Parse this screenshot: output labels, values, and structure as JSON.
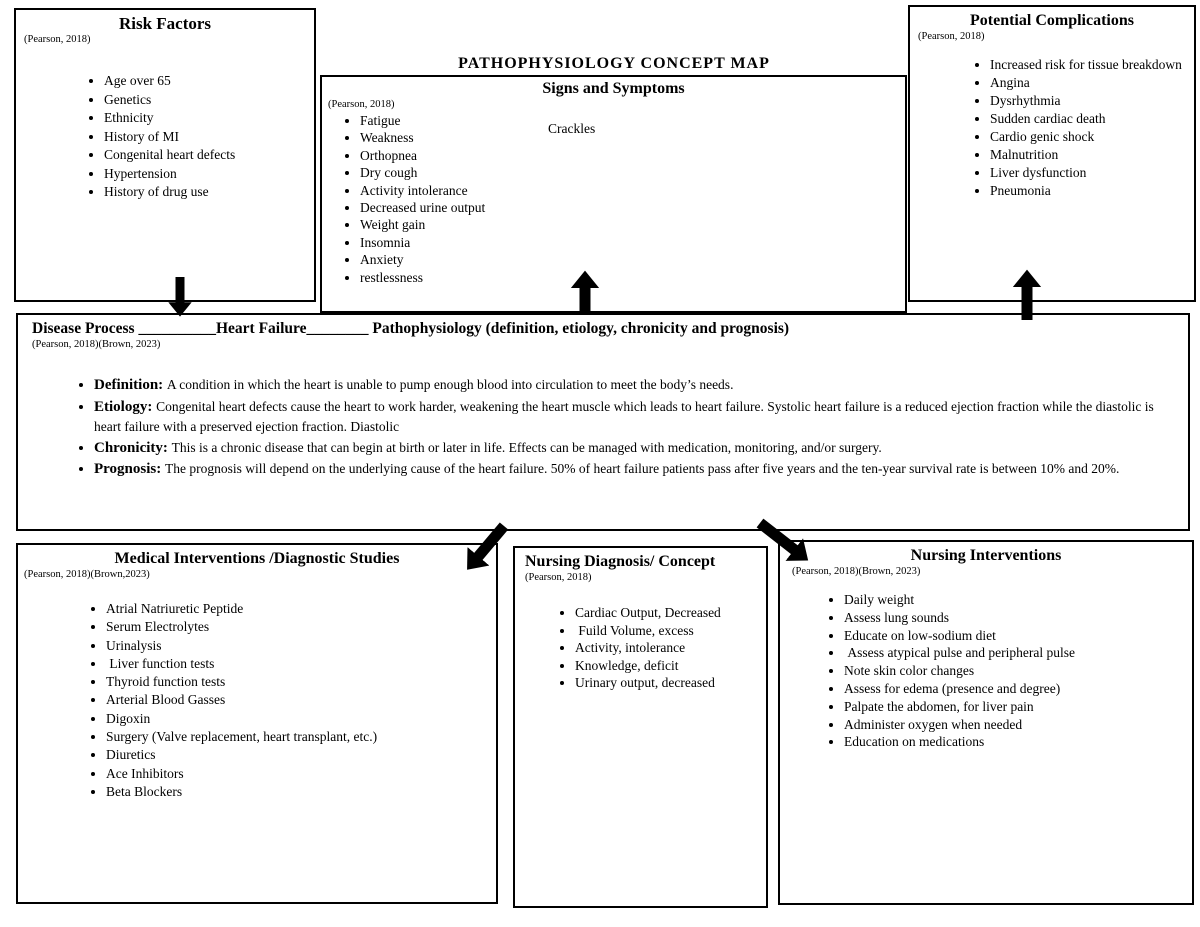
{
  "page": {
    "title": "PATHOPHYSIOLOGY CONCEPT MAP"
  },
  "colors": {
    "border": "#000000",
    "arrow": "#000000",
    "background": "#ffffff",
    "text": "#000000"
  },
  "boxes": {
    "risk_factors": {
      "title": "Risk Factors",
      "citation": "(Pearson, 2018)",
      "items": [
        "Age over 65",
        "Genetics",
        "Ethnicity",
        "History of MI",
        "Congenital heart defects",
        "Hypertension",
        "History of drug use"
      ]
    },
    "signs_symptoms": {
      "title": "Signs and Symptoms",
      "citation": "(Pearson, 2018)",
      "side_note": "Crackles",
      "items": [
        "Fatigue",
        "Weakness",
        "Orthopnea",
        "Dry cough",
        "Activity intolerance",
        "Decreased urine output",
        "Weight gain",
        "Insomnia",
        "Anxiety",
        "restlessness"
      ]
    },
    "potential_complications": {
      "title": "Potential Complications",
      "citation": "(Pearson, 2018)",
      "items": [
        "Increased risk for tissue breakdown",
        "Angina",
        "Dysrhythmia",
        "Sudden cardiac death",
        "Cardio genic shock",
        "Malnutrition",
        "Liver dysfunction",
        "Pneumonia"
      ]
    },
    "disease_process": {
      "heading": "Disease Process __________Heart Failure________ Pathophysiology (definition, etiology, chronicity and prognosis)",
      "citation": "(Pearson, 2018)(Brown, 2023)",
      "entries": [
        {
          "label": "Definition:",
          "text": "A condition in which the heart is unable to pump enough blood into circulation to meet the body’s needs."
        },
        {
          "label": "Etiology:",
          "text": "Congenital heart defects cause the heart to work harder, weakening the heart muscle which leads to heart failure. Systolic heart failure is a reduced ejection fraction while the diastolic is heart failure with a preserved ejection fraction. Diastolic"
        },
        {
          "label": "Chronicity:",
          "text": "This is a chronic disease that can begin at birth or later in life. Effects can be managed with medication, monitoring, and/or surgery."
        },
        {
          "label": "Prognosis:",
          "text": "The prognosis will depend on the underlying cause of the heart failure. 50% of heart failure patients pass after five years and the ten-year survival rate is between 10% and 20%."
        }
      ]
    },
    "medical_interventions": {
      "title": "Medical Interventions /Diagnostic Studies",
      "citation": "(Pearson, 2018)(Brown,2023)",
      "items": [
        "Atrial Natriuretic Peptide",
        "Serum Electrolytes",
        "Urinalysis",
        " Liver function tests",
        "Thyroid function tests",
        "Arterial Blood Gasses",
        "Digoxin",
        "Surgery (Valve replacement, heart transplant, etc.)",
        "Diuretics",
        "Ace Inhibitors",
        "Beta Blockers"
      ]
    },
    "nursing_diagnosis": {
      "title": "Nursing Diagnosis/ Concept",
      "citation": "(Pearson, 2018)",
      "items": [
        "Cardiac Output, Decreased",
        " Fuild Volume, excess",
        "Activity, intolerance",
        "Knowledge, deficit",
        "Urinary output, decreased"
      ]
    },
    "nursing_interventions": {
      "title": "Nursing Interventions",
      "citation": "(Pearson, 2018)(Brown, 2023)",
      "items": [
        "Daily weight",
        "Assess lung sounds",
        "Educate on low-sodium diet",
        " Assess atypical pulse and peripheral pulse",
        "Note skin color changes",
        "Assess for edema (presence and degree)",
        "Palpate the abdomen, for liver pain",
        "Administer oxygen when needed",
        "Education on medications"
      ]
    }
  }
}
